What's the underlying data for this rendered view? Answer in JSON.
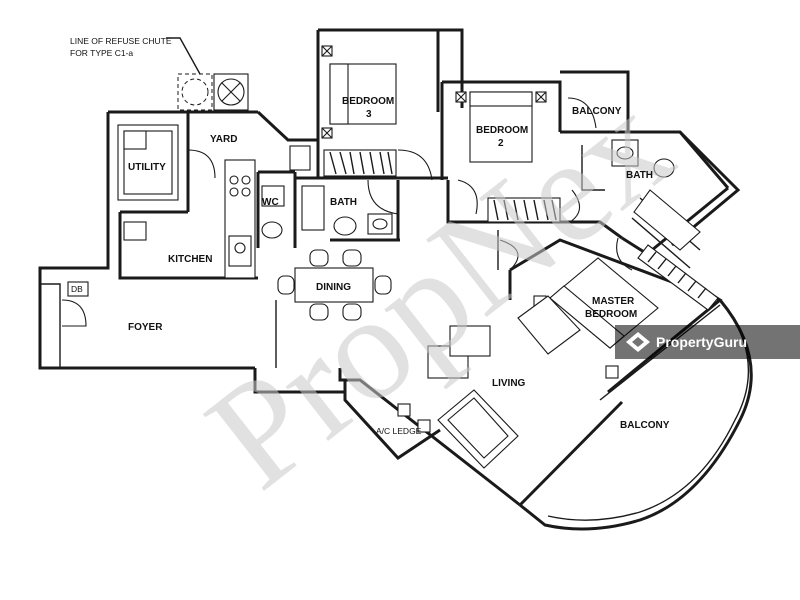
{
  "rooms": {
    "bedroom3": [
      "BEDROOM",
      "3"
    ],
    "bedroom2": [
      "BEDROOM",
      "2"
    ],
    "master": [
      "MASTER",
      "BEDROOM"
    ],
    "balcony_top": "BALCONY",
    "balcony_main": "BALCONY",
    "yard": "YARD",
    "utility": "UTILITY",
    "wc": "WC",
    "bath1": "BATH",
    "bath2": "BATH",
    "kitchen": "KITCHEN",
    "dining": "DINING",
    "foyer": "FOYER",
    "living": "LIVING",
    "ac_ledge": "A/C LEDGE",
    "db": "DB"
  },
  "note": {
    "line1": "LINE OF REFUSE CHUTE",
    "line2": "FOR TYPE C1-a"
  },
  "watermark": {
    "text": "PropNex",
    "color": "#c9c9c9"
  },
  "badge": {
    "text": "PropertyGuru",
    "bg_color": "#000000"
  }
}
